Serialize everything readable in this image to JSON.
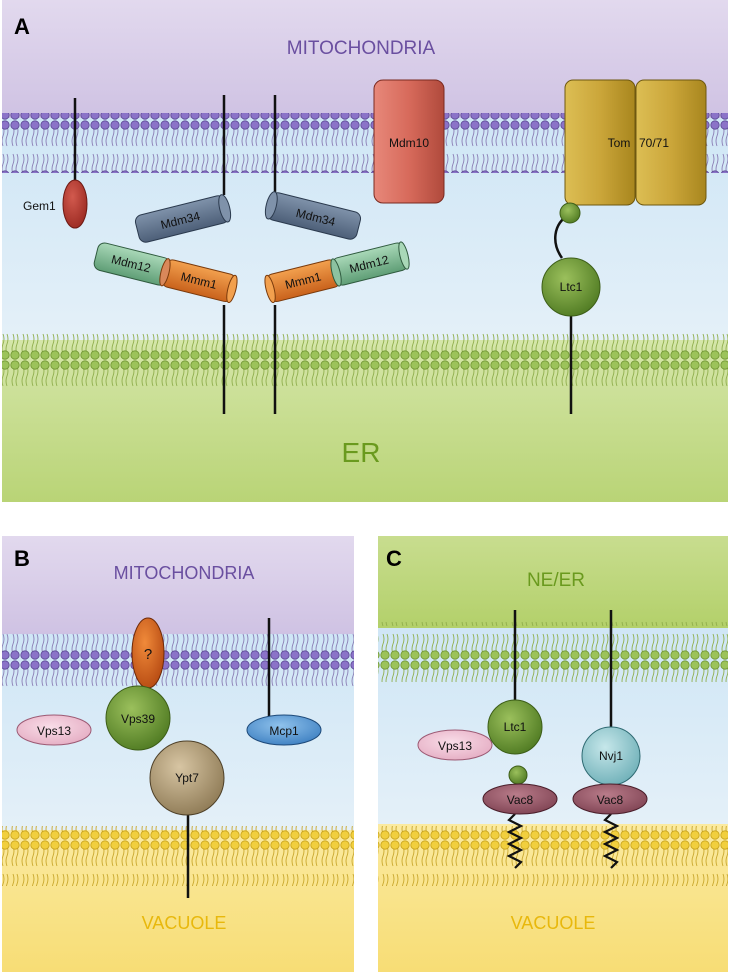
{
  "panels": {
    "a": {
      "letter": "A",
      "top_compartment": "MITOCHONDRIA",
      "bottom_compartment": "ER",
      "proteins": {
        "gem1": "Gem1",
        "mdm34_left": "Mdm34",
        "mdm34_right": "Mdm34",
        "mdm12_left": "Mdm12",
        "mmm1_left": "Mmm1",
        "mmm1_right": "Mmm1",
        "mdm12_right": "Mdm12",
        "mdm10": "Mdm10",
        "tom_left": "Tom",
        "tom_right": "70/71",
        "ltc1": "Ltc1"
      }
    },
    "b": {
      "letter": "B",
      "top_compartment": "MITOCHONDRIA",
      "bottom_compartment": "VACUOLE",
      "proteins": {
        "unknown": "?",
        "vps39": "Vps39",
        "ypt7": "Ypt7",
        "vps13": "Vps13",
        "mcp1": "Mcp1"
      }
    },
    "c": {
      "letter": "C",
      "top_compartment": "NE/ER",
      "bottom_compartment": "VACUOLE",
      "proteins": {
        "vps13": "Vps13",
        "ltc1": "Ltc1",
        "nvj1": "Nvj1",
        "vac8_left": "Vac8",
        "vac8_right": "Vac8"
      }
    }
  },
  "colors": {
    "mito_purple": "#6a4fa0",
    "er_green": "#6a9a1e",
    "vacuole_yellow": "#e8b80c"
  }
}
